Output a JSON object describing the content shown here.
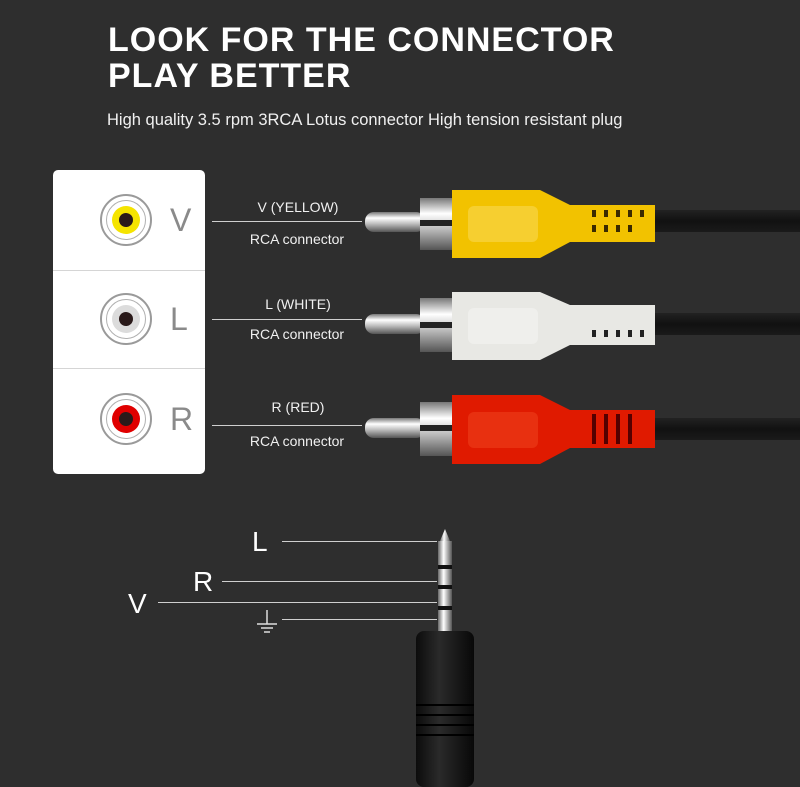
{
  "header": {
    "title_line1": "LOOK FOR THE CONNECTOR",
    "title_line2": "PLAY BETTER",
    "subtitle": "High quality 3.5 rpm 3RCA Lotus connector High tension resistant plug"
  },
  "rca_panel": {
    "jacks": [
      {
        "letter": "V",
        "color": "#f5e400"
      },
      {
        "letter": "L",
        "color": "#dcdcdc"
      },
      {
        "letter": "R",
        "color": "#e00000"
      }
    ]
  },
  "connectors": [
    {
      "name": "V (YELLOW)",
      "type": "RCA connector",
      "color": "#f2c200"
    },
    {
      "name": "L (WHITE)",
      "type": "RCA connector",
      "color": "#e8e8e4"
    },
    {
      "name": "R (RED)",
      "type": "RCA connector",
      "color": "#e01a00"
    }
  ],
  "jack_35": {
    "labels": {
      "l": "L",
      "r": "R",
      "v": "V"
    },
    "ground_icon": "ground-icon"
  }
}
